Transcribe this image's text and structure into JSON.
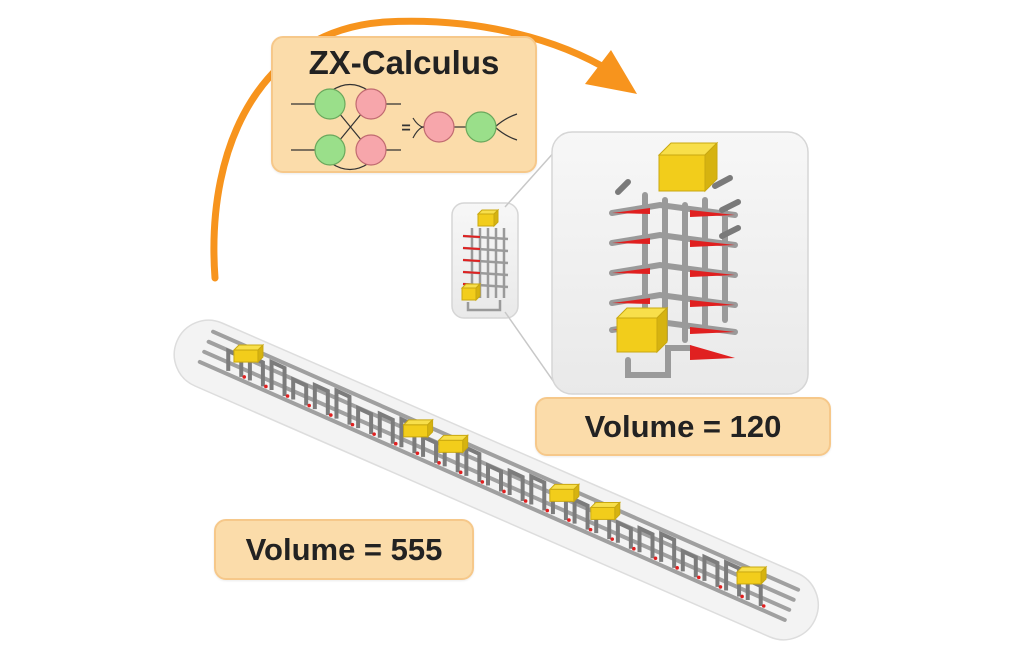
{
  "zx_box": {
    "title": "ZX-Calculus",
    "equals_sign": "="
  },
  "small_volume": {
    "label": "Volume = 120"
  },
  "large_volume": {
    "label": "Volume = 555"
  },
  "colors": {
    "arrow": "#f7941d",
    "label_fill": "#fbdcaa",
    "label_border": "#f6c88a",
    "green_spider": "#9adf8a",
    "red_spider": "#f7a6ab",
    "block": "#f2cd1b",
    "pipe": "#9a9a9a",
    "red_connector": "#e02020",
    "panel": "#f2f2f2"
  }
}
